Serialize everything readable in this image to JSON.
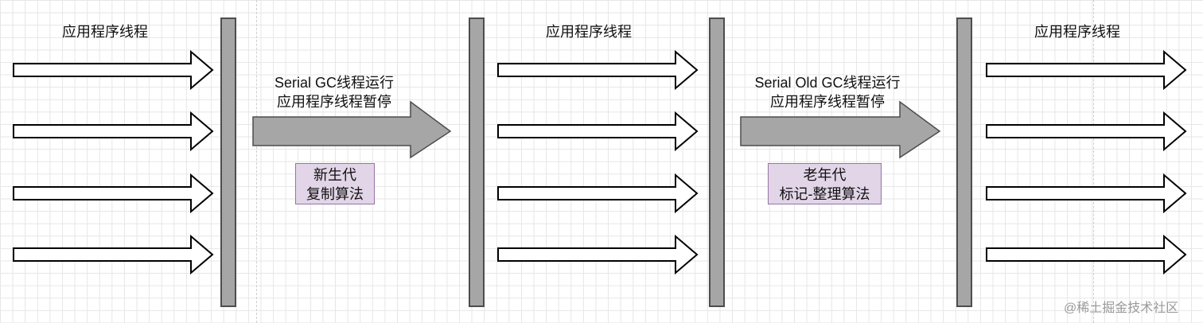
{
  "lanes": [
    {
      "thread_label": "应用程序线程"
    },
    {
      "thread_label": "应用程序线程"
    },
    {
      "thread_label": "应用程序线程"
    }
  ],
  "phases": [
    {
      "line1": "Serial GC线程运行",
      "line2": "应用程序线程暂停",
      "algo_line1": "新生代",
      "algo_line2": "复制算法",
      "algo_color": "#e1d5e7"
    },
    {
      "line1": "Serial Old GC线程运行",
      "line2": "应用程序线程暂停",
      "algo_line1": "老年代",
      "algo_line2": "标记-整理算法",
      "algo_color": "#e1d5e7"
    }
  ],
  "colors": {
    "thread_arrow_fill": "#ffffff",
    "gc_arrow_fill": "#a6a6a6",
    "barrier_fill": "#a6a6a6",
    "stroke": "#000000"
  },
  "watermark": "@稀土掘金技术社区"
}
